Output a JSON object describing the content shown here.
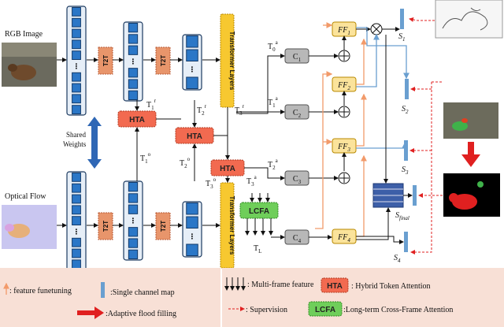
{
  "labels": {
    "rgb_image": "RGB Image",
    "optical_flow": "Optical Flow",
    "shared_weights_1": "Shared",
    "shared_weights_2": "Weights",
    "t2t": "T2T",
    "transformer_layers": "Transformer Layers",
    "hta": "HTA",
    "lcfa": "LCFA",
    "c1": "C1",
    "c2": "C2",
    "c3": "C3",
    "c4": "C4",
    "ff1": "FF1",
    "ff2": "FF2",
    "ff3": "FF3",
    "ff4": "FF4",
    "s1": "S1",
    "s2": "S2",
    "s3": "S3",
    "s4": "S4",
    "s_final": "S_final",
    "t1r": "T1r",
    "t2r": "T2r",
    "t3r": "T3r",
    "t1o": "T1o",
    "t2o": "T2o",
    "t3o": "T3o",
    "t0a": "T0a",
    "t1a": "T1a",
    "t2a": "T2a",
    "t3a": "T3a",
    "tl": "TL"
  },
  "legend": {
    "feature_finetuning": ": feature funetuning",
    "single_channel_map": ":Single channel map",
    "adaptive_flood_filling": ":Adaptive flood filling",
    "multi_frame_feature": ": Multi-frame feature",
    "hybrid_token_attention": ": Hybrid Token Attention",
    "supervision": ": Supervision",
    "long_term_cross_frame_attention": ":Long-term Cross-Frame Attention"
  },
  "colors": {
    "token_blue": "#2b77c7",
    "t2t_orange": "#e8956b",
    "transformer_yellow": "#f7c830",
    "hta_red": "#f26a50",
    "lcfa_green": "#6fce5a",
    "classifier_gray": "#b8b8b8",
    "ff_yellow": "#fbe39b",
    "fine_tune_orange": "#f29a6a",
    "map_blue": "#6a9fd0",
    "supervision_red": "#e02020",
    "legend_bg": "#f8e0d6"
  }
}
